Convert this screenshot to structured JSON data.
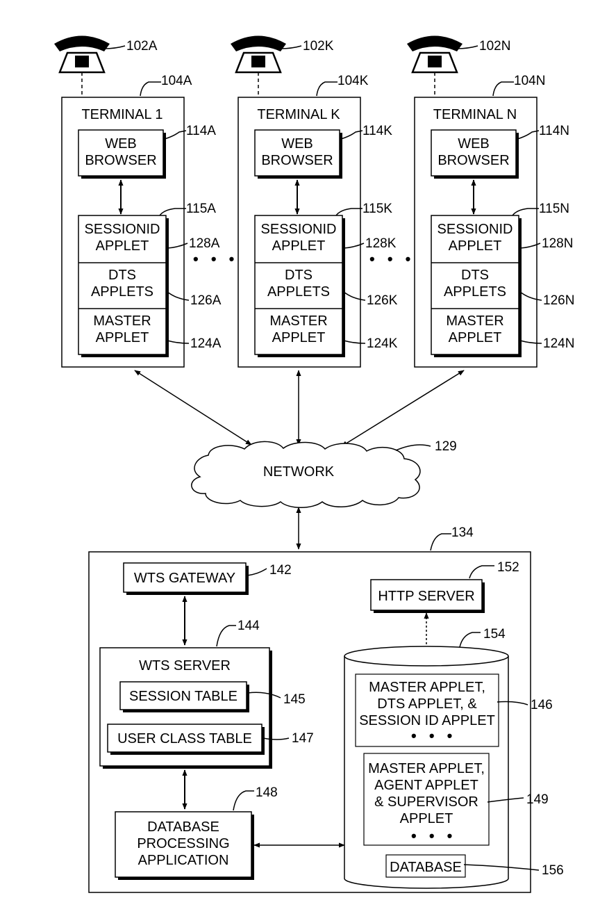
{
  "terminals": [
    {
      "phone_ref": "102A",
      "terminal_ref": "104A",
      "title": "TERMINAL 1",
      "web_browser": "WEB\nBROWSER",
      "web_browser_ref": "114A",
      "applet_stack_ref": "115A",
      "sessionid_applet": "SESSIONID\nAPPLET",
      "sessionid_ref": "128A",
      "dts_applets": "DTS\nAPPLETS",
      "dts_ref": "126A",
      "master_applet": "MASTER\nAPPLET",
      "master_ref": "124A"
    },
    {
      "phone_ref": "102K",
      "terminal_ref": "104K",
      "title": "TERMINAL K",
      "web_browser": "WEB\nBROWSER",
      "web_browser_ref": "114K",
      "applet_stack_ref": "115K",
      "sessionid_applet": "SESSIONID\nAPPLET",
      "sessionid_ref": "128K",
      "dts_applets": "DTS\nAPPLETS",
      "dts_ref": "126K",
      "master_applet": "MASTER\nAPPLET",
      "master_ref": "124K"
    },
    {
      "phone_ref": "102N",
      "terminal_ref": "104N",
      "title": "TERMINAL N",
      "web_browser": "WEB\nBROWSER",
      "web_browser_ref": "114N",
      "applet_stack_ref": "115N",
      "sessionid_applet": "SESSIONID\nAPPLET",
      "sessionid_ref": "128N",
      "dts_applets": "DTS\nAPPLETS",
      "dts_ref": "126N",
      "master_applet": "MASTER\nAPPLET",
      "master_ref": "124N"
    }
  ],
  "ellipsis": "• • •",
  "network": {
    "label": "NETWORK",
    "ref": "129"
  },
  "server_system": {
    "ref": "134",
    "wts_gateway": {
      "label": "WTS GATEWAY",
      "ref": "142"
    },
    "wts_server": {
      "label": "WTS SERVER",
      "ref": "144",
      "session_table": {
        "label": "SESSION TABLE",
        "ref": "145"
      },
      "user_class_table": {
        "label": "USER CLASS TABLE",
        "ref": "147"
      }
    },
    "database_processing": {
      "label": "DATABASE\nPROCESSING\nAPPLICATION",
      "ref": "148"
    },
    "http_server": {
      "label": "HTTP SERVER",
      "ref": "152"
    },
    "storage": {
      "ref": "154",
      "applet_group_1": {
        "label": "MASTER APPLET,\nDTS APPLET, &\nSESSION ID APPLET",
        "ref": "146"
      },
      "applet_group_2": {
        "label": "MASTER APPLET,\nAGENT APPLET\n& SUPERVISOR\nAPPLET",
        "ref": "149"
      },
      "database": {
        "label": "DATABASE",
        "ref": "156"
      }
    }
  }
}
